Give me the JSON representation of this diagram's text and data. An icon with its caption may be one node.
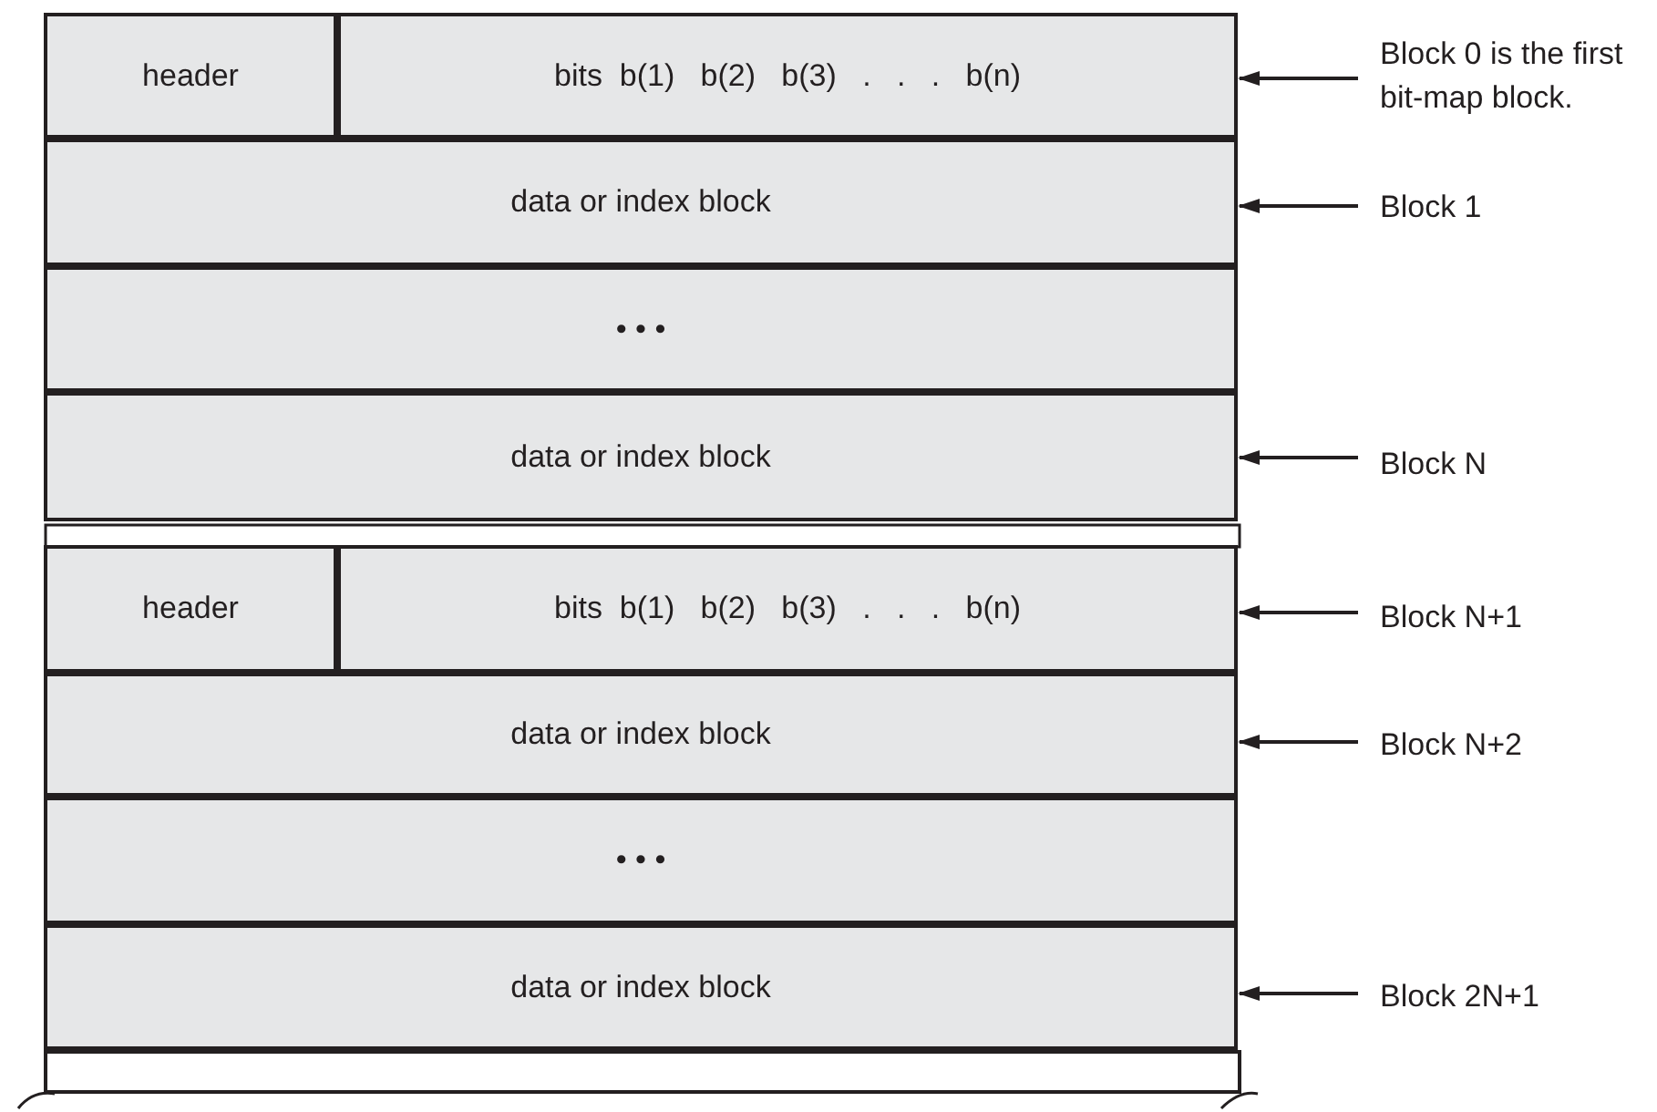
{
  "diagram": {
    "nodes": [
      {
        "text": [
          "header"
        ]
      },
      {
        "text": [
          "bits  b(1)   b(2)   b(3)   .   .   .   b(n)"
        ]
      },
      {
        "text": [
          "data or index block"
        ]
      },
      {
        "text": [
          "• • •"
        ]
      },
      {
        "text": [
          "data or index block"
        ]
      },
      {
        "text": [
          "header"
        ]
      },
      {
        "text": [
          "bits  b(1)   b(2)   b(3)   .   .   .   b(n)"
        ]
      },
      {
        "text": [
          "data or index block"
        ]
      },
      {
        "text": [
          "• • •"
        ]
      },
      {
        "text": [
          "data or index block"
        ]
      },
      {
        "text": [
          "Block 0 is the first bit-map block."
        ]
      },
      {
        "text": [
          "Block 1"
        ]
      },
      {
        "text": [
          "Block N"
        ]
      },
      {
        "text": [
          "Block N+1"
        ]
      },
      {
        "text": [
          "Block N+2"
        ]
      },
      {
        "text": [
          "Block 2N+1"
        ]
      }
    ],
    "edges": [
      {
        "from": 10,
        "to": 1,
        "arrow": "to"
      },
      {
        "from": 11,
        "to": 2,
        "arrow": "to"
      },
      {
        "from": 12,
        "to": 4,
        "arrow": "to"
      },
      {
        "from": 13,
        "to": 6,
        "arrow": "to"
      },
      {
        "from": 14,
        "to": 7,
        "arrow": "to"
      },
      {
        "from": 15,
        "to": 9,
        "arrow": "to"
      }
    ]
  }
}
